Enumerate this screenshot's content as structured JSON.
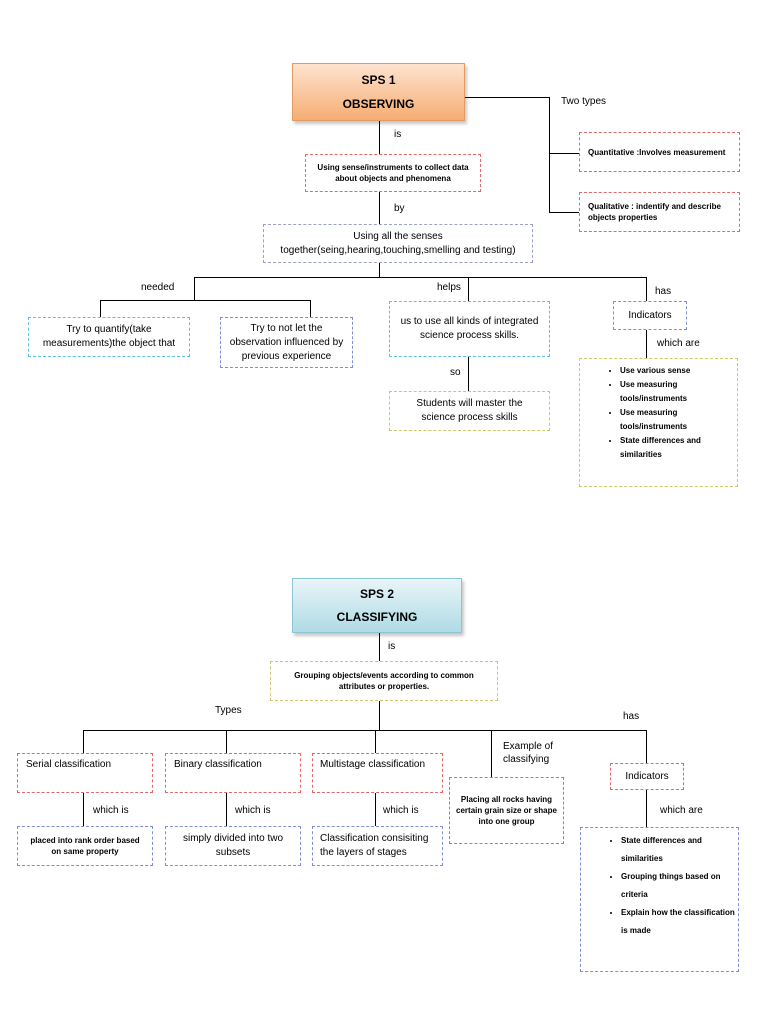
{
  "sps1": {
    "title_line1": "SPS  1",
    "title_line2": "OBSERVING",
    "is_label": "is",
    "definition": "Using sense/instruments to collect data about objects and phenomena",
    "by_label": "by",
    "senses": "Using all the senses together(seing,hearing,touching,smelling and testing)",
    "two_types_label": "Two types",
    "quantitative": "Quantitative :Involves measurement",
    "qualitative": "Qualitative : indentify and describe objects properties",
    "needed_label": "needed",
    "helps_label": "helps",
    "has_label": "has",
    "quantify": "Try to quantify(take measurements)the object that",
    "not_influenced": "Try to not let the observation influenced by previous experience",
    "integrated": "us to use all kinds of integrated science process skills.",
    "so_label": "so",
    "master": "Students will master the science process skills",
    "indicators_title": "Indicators",
    "which_are_label": "which are",
    "indicators": [
      "Use various sense",
      "Use measuring tools/instruments",
      "Use measuring tools/instruments",
      "State differences and similarities"
    ]
  },
  "sps2": {
    "title_line1": "SPS 2",
    "title_line2": "CLASSIFYING",
    "is_label": "is",
    "definition": "Grouping objects/events according to common attributes or properties.",
    "types_label": "Types",
    "has_label": "has",
    "serial": "Serial classification",
    "binary": "Binary classification",
    "multistage": "Multistage  classification",
    "example_label": "Example of classifying",
    "example": "Placing all rocks having certain grain size or shape into one group",
    "indicators_title": "Indicators",
    "which_is_label": "which is",
    "which_are_label": "which are",
    "serial_desc": "placed into rank order based on same property",
    "binary_desc": "simply divided into two subsets",
    "multistage_desc": "Classification consisiting the layers of stages",
    "indicators": [
      "State differences and similarities",
      "Grouping things based on criteria",
      "Explain how the classification is made"
    ]
  },
  "colors": {
    "sps1_title_fill": "#f6b07a",
    "sps2_title_fill": "#b9e0ea"
  }
}
